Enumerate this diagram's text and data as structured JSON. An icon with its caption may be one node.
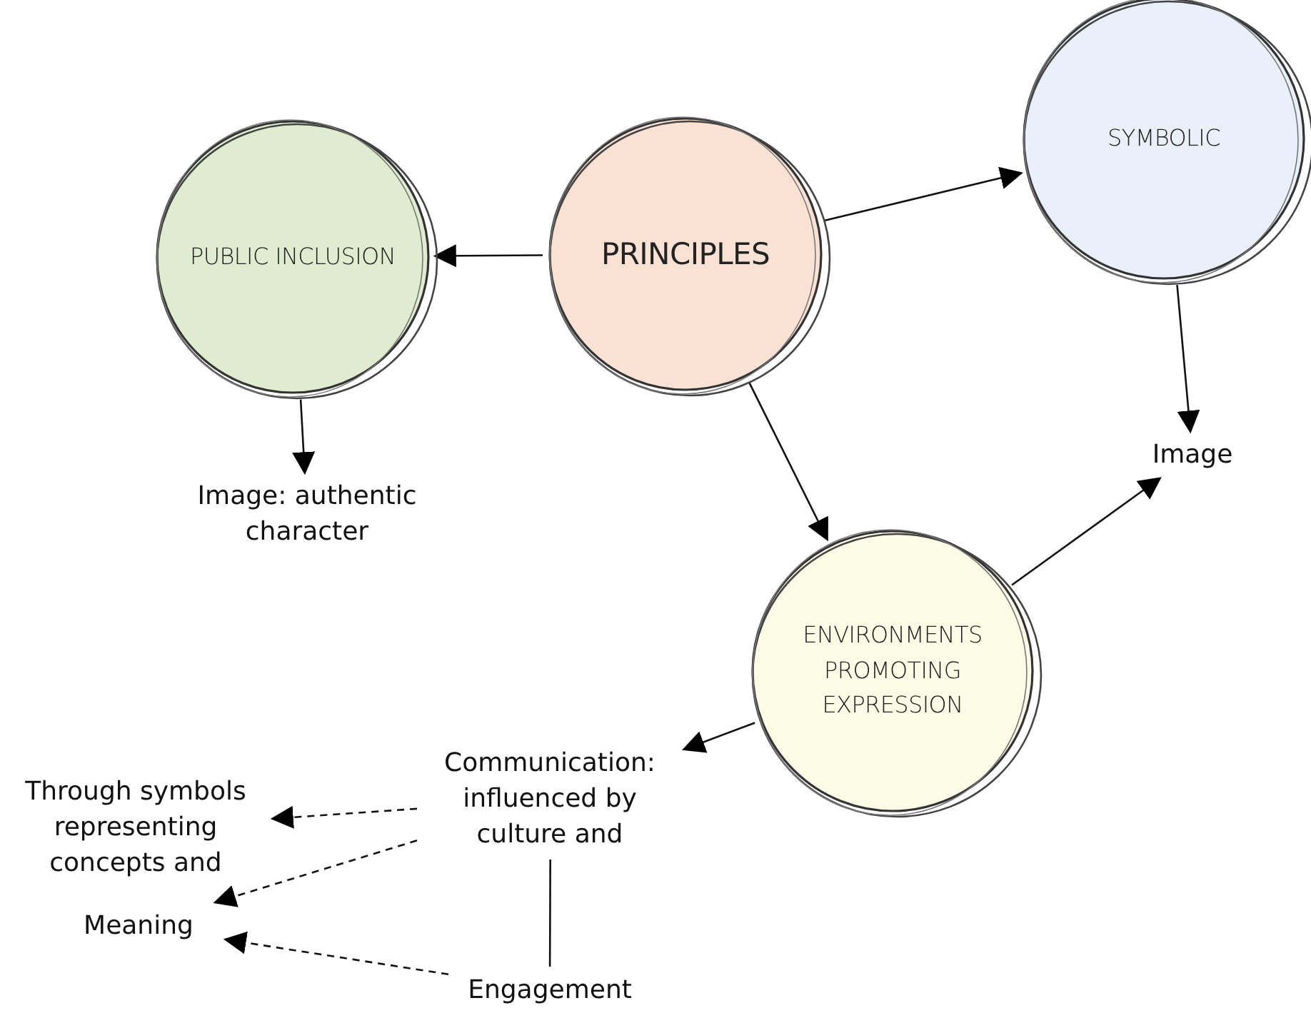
{
  "diagram": {
    "nodes": [
      {
        "text": [
          "PRINCIPLES"
        ]
      },
      {
        "text": [
          "PUBLIC INCLUSION"
        ]
      },
      {
        "text": [
          "SYMBOLIC"
        ]
      },
      {
        "text": [
          "ENVIRONMENTS PROMOTING EXPRESSION"
        ]
      },
      {
        "text": [
          "Image: authentic character"
        ]
      },
      {
        "text": [
          "Image"
        ]
      },
      {
        "text": [
          "Communication: influenced by culture and"
        ]
      },
      {
        "text": [
          "Through symbols representing concepts and"
        ]
      },
      {
        "text": [
          "Meaning"
        ]
      },
      {
        "text": [
          "Engagement"
        ]
      }
    ],
    "edges": [
      {
        "from": 0,
        "to": 1,
        "arrow": "to"
      },
      {
        "from": 0,
        "to": 2,
        "arrow": "to"
      },
      {
        "from": 0,
        "to": 3,
        "arrow": "to"
      },
      {
        "from": 1,
        "to": 4,
        "arrow": "to"
      },
      {
        "from": 2,
        "to": 5,
        "arrow": "to"
      },
      {
        "from": 3,
        "to": 5,
        "arrow": "to"
      },
      {
        "from": 3,
        "to": 6,
        "arrow": "to"
      },
      {
        "from": 6,
        "to": 7,
        "arrow": "to",
        "style": "dashed"
      },
      {
        "from": 6,
        "to": 8,
        "arrow": "to",
        "style": "dashed"
      },
      {
        "from": 9,
        "to": 8,
        "arrow": "to",
        "style": "dashed"
      },
      {
        "from": 9,
        "to": 6,
        "arrow": "none"
      }
    ]
  }
}
